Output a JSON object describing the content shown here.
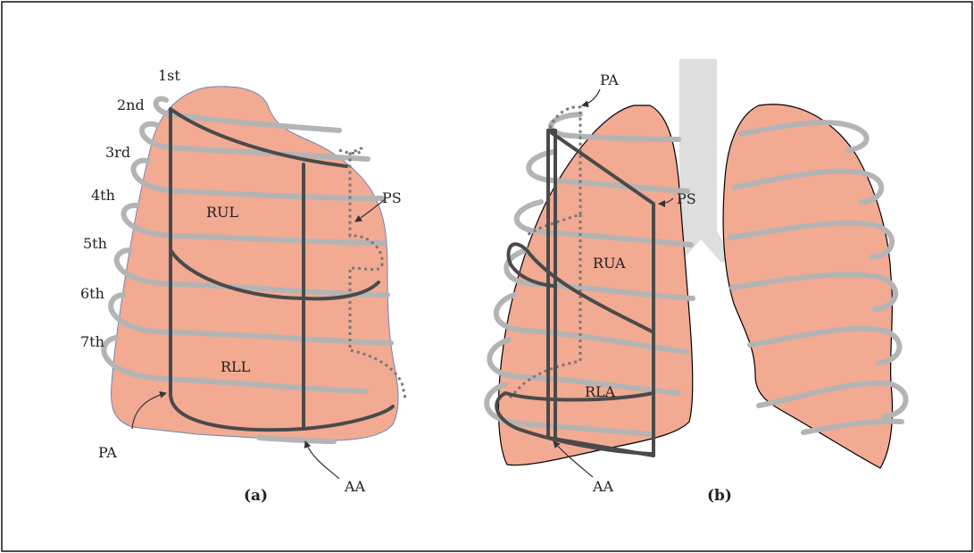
{
  "colors": {
    "lung_fill": "#f2aa93",
    "rib": "#b4b4b4",
    "line": "#4a4a4a",
    "trachea": "#dedede",
    "lung_outline_a": "#6d86b8",
    "border": "#111111"
  },
  "panel_a": {
    "caption": "(a)",
    "ribs": [
      "1st",
      "2nd",
      "3rd",
      "4th",
      "5th",
      "6th",
      "7th"
    ],
    "regions": {
      "upper": "RUL",
      "lower": "RLL"
    },
    "pointers": {
      "pa": "PA",
      "ps": "PS",
      "aa": "AA"
    }
  },
  "panel_b": {
    "caption": "(b)",
    "regions": {
      "upper": "RUA",
      "lower": "RLA"
    },
    "pointers": {
      "pa": "PA",
      "ps": "PS",
      "aa": "AA"
    }
  }
}
